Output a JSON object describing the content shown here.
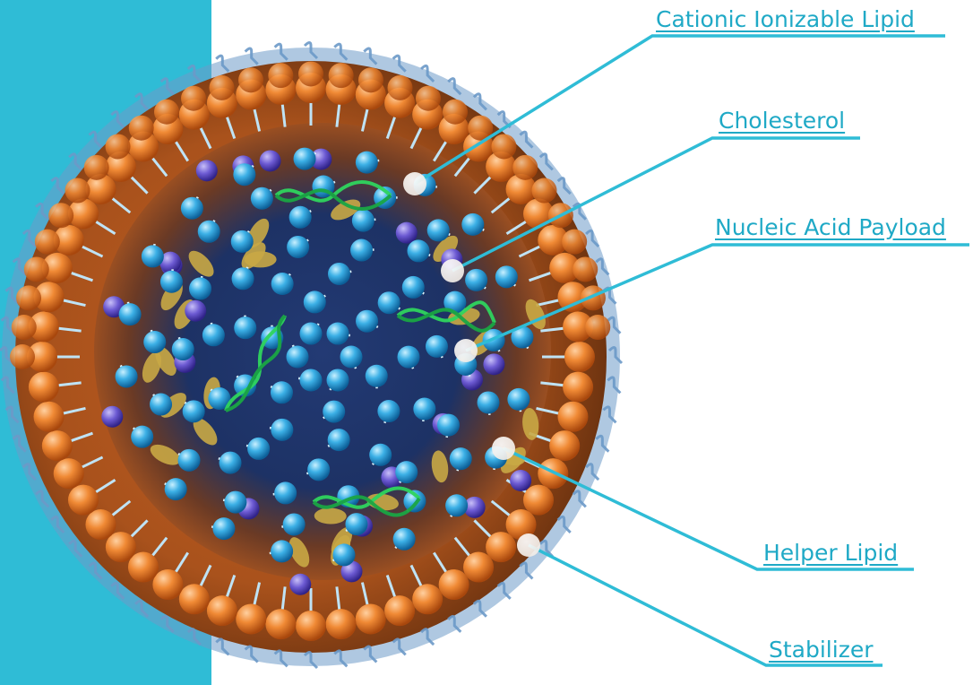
{
  "labels": {
    "cationic": "Cationic Ionizable Lipid",
    "cholesterol": "Cholesterol",
    "nucleic": "Nucleic Acid Payload",
    "helper": "Helper Lipid",
    "stabilizer": "Stabilizer"
  },
  "colors": {
    "band": "#2fbcd6",
    "callout": "#1fa9c6",
    "outer_head": "#ec7a2a",
    "inner_head": "#39a9de",
    "helper_head": "#6b5bd0",
    "cholesterol": "#c9a845",
    "nucleic_acid": "#2fc957",
    "stabilizer": "#6b99c8"
  }
}
